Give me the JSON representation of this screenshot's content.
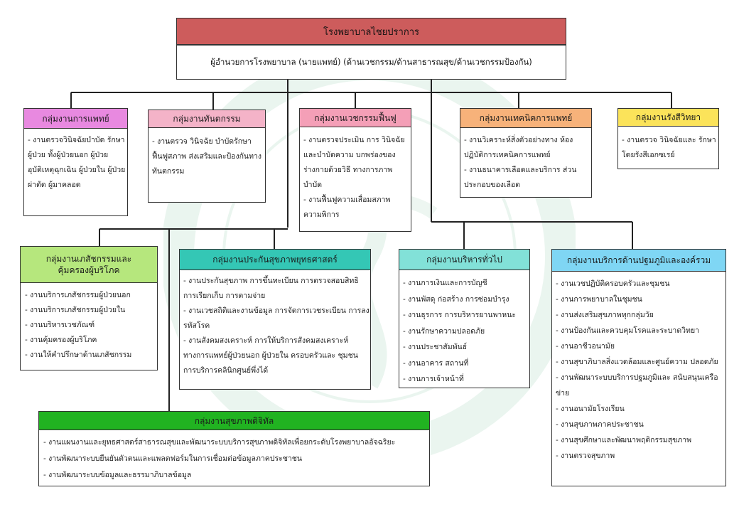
{
  "colors": {
    "top": "#cd5c5c",
    "medical": "#e889e0",
    "dental": "#f4b3c8",
    "rehab": "#f49fb7",
    "medtech": "#f7b27a",
    "radiology": "#fbe35a",
    "pharmacy": "#b6e77d",
    "insurance": "#34c7b5",
    "admin": "#82e1d8",
    "primary_care": "#7fd6f4",
    "digital": "#21b321",
    "watermark": "#8cc9a6"
  },
  "top": {
    "title": "โรงพยาบาลไชยปราการ",
    "director": "ผู้อำนวยการโรงพยาบาล (นายแพทย์) (ด้านเวชกรรม/ด้านสาธารณสุข/ด้านเวชกรรมป้องกัน)"
  },
  "groups": {
    "medical": {
      "title": "กลุ่มงานการแพทย์",
      "items": [
        "- งานตรวจวินิจฉัยบำบัด รักษาผู้ป่วย ทั้งผู้ป่วยนอก ผู้ป่วยอุบัติเหตุฉุกเฉิน ผู้ป่วยใน ผู้ป่วยผ่าตัด ผู้มาคลอด"
      ]
    },
    "dental": {
      "title": "กลุ่มงานทันตกรรม",
      "items": [
        "- งานตรวจ วินิจฉัย บำบัดรักษา ฟื้นฟูสภาพ ส่งเสริมและป้องกันทาง ทันตกรรม"
      ]
    },
    "rehab": {
      "title": "กลุ่มงานเวชกรรมฟื้นฟู",
      "items": [
        "- งานตรวจประเมิน การ วินิจฉัยและบำบัดความ บกพร่องของร่างกายด้วยวิธี ทางการภาพบำบัด",
        "- งานฟื้นฟูความเสื่อมสภาพ ความพิการ"
      ]
    },
    "medtech": {
      "title": "กลุ่มงานเทคนิคการแพทย์",
      "items": [
        "- งานวิเคราะห์สิ่งตัวอย่างทาง ห้องปฏิบัติการเทคนิคการแพทย์",
        "- งานธนาคารเลือดและบริการ ส่วนประกอบของเลือด"
      ]
    },
    "radiology": {
      "title": "กลุ่มงานรังสีวิทยา",
      "items": [
        "- งานตรวจ วินิจฉัยและ รักษาโดยรังสีเอกซเรย์"
      ]
    },
    "pharmacy": {
      "title": "กลุ่มงานเภสัชกรรมและคุ้มครองผู้บริโภค",
      "items": [
        "- งานบริการเภสัชกรรมผู้ป่วยนอก",
        "- งานบริการเภสัชกรรมผู้ป่วยใน",
        "- งานบริหารเวชภัณฑ์",
        "- งานคุ้มครองผู้บริโภค",
        "- งานให้คำปรึกษาด้านเภสัชกรรม"
      ]
    },
    "insurance": {
      "title": "กลุ่มงานประกันสุขภาพยุทธศาสตร์",
      "items": [
        "- งานประกันสุขภาพ การขึ้นทะเบียน การตรวจสอบสิทธิ การเรียกเก็บ การตามจ่าย",
        "- งานเวชสถิติและงานข้อมูล การจัดการเวชระเบียน การลงรหัสโรค",
        "- งานสังคมสงเคราะห์ การให้บริการสังคมสงเคราะห์ ทางการแพทย์ผู้ป่วยนอก ผู้ป่วยใน ครอบครัวและ ชุมชน การบริการคลินิกศูนย์พึ่งได้"
      ]
    },
    "admin": {
      "title": "กลุ่มงานบริหารทั่วไป",
      "items": [
        "- งานการเงินและการบัญชี",
        "- งานพัสดุ ก่อสร้าง การซ่อมบำรุง",
        "- งานธุรการ การบริหารยานพาหนะ",
        "- งานรักษาความปลอดภัย",
        "- งานประชาสัมพันธ์",
        "- งานอาคาร สถานที่",
        "- งานการเจ้าหน้าที่"
      ]
    },
    "primary_care": {
      "title": "กลุ่มงานบริการด้านปฐมภูมิและองค์รวม",
      "items": [
        "- งานเวชปฏิบัติครอบครัวและชุมชน",
        "- งานการพยาบาลในชุมชน",
        "- งานส่งเสริมสุขภาพทุกกลุ่มวัย",
        "- งานป้องกันและควบคุมโรคและระบาดวิทยา",
        "- งานอาชีวอนามัย",
        "- งานสุขาภิบาลสิ่งแวดล้อมและศูนย์ความ ปลอดภัย",
        "- งานพัฒนาระบบบริการปฐมภูมิและ สนับสนุนเครือข่าย",
        "- งานอนามัยโรงเรียน",
        "- งานสุขภาพภาคประชาชน",
        "- งานสุขศึกษาและพัฒนาพฤติกรรมสุขภาพ",
        "- งานตรวจสุขภาพ"
      ]
    },
    "digital": {
      "title": "กลุ่มงานสุขภาพดิจิทัล",
      "items": [
        "- งานแผนงานและยุทธศาสตร์สาธารณสุขและพัฒนาระบบบริการสุขภาพดิจิทัลเพื่อยกระดับโรงพยาบาลอัจฉริยะ",
        "- งานพัฒนาระบบยืนยันตัวตนและแพลตฟอร์มในการเชื่อมต่อข้อมูลภาคประชาชน",
        "- งานพัฒนาระบบข้อมูลและธรรมาภิบาลข้อมูล"
      ]
    }
  }
}
